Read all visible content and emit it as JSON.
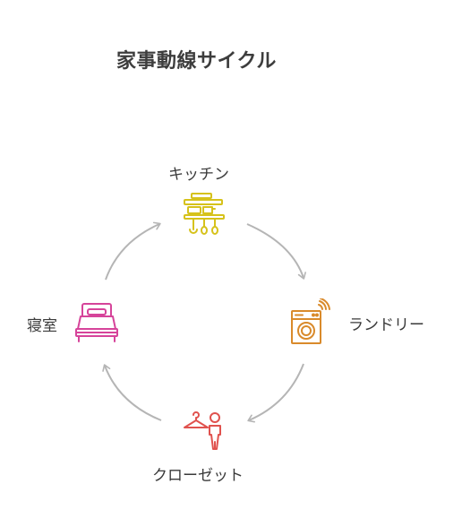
{
  "title": "家事動線サイクル",
  "nodes": {
    "kitchen": {
      "label": "キッチン",
      "icon": "kitchen-utensils-icon",
      "color": "#d6c21b"
    },
    "laundry": {
      "label": "ランドリー",
      "icon": "washing-machine-icon",
      "color": "#d98a2b"
    },
    "closet": {
      "label": "クローゼット",
      "icon": "hanger-person-icon",
      "color": "#e0524e"
    },
    "bedroom": {
      "label": "寝室",
      "icon": "bed-icon",
      "color": "#d6449a"
    }
  },
  "cycle": [
    "kitchen",
    "laundry",
    "closet",
    "bedroom"
  ],
  "arrow_color": "#b5b5b5"
}
